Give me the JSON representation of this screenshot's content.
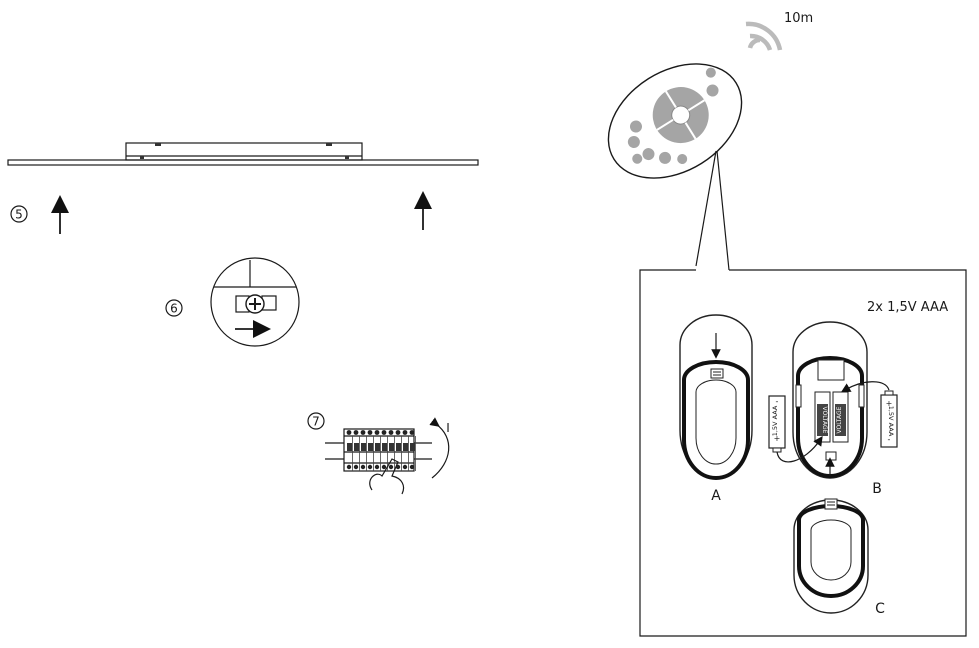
{
  "steps": {
    "step5": "5",
    "step6": "6",
    "step7": "7"
  },
  "switch_label": "I",
  "remote": {
    "range_label": "10m"
  },
  "battery_panel": {
    "spec_label": "2x 1,5V AAA",
    "view_a": "A",
    "view_b": "B",
    "view_c": "C",
    "battery_text": "1,5V  AAA",
    "polarity_plus": "+",
    "polarity_minus": "-",
    "cell_text": "VOLTAGE"
  }
}
